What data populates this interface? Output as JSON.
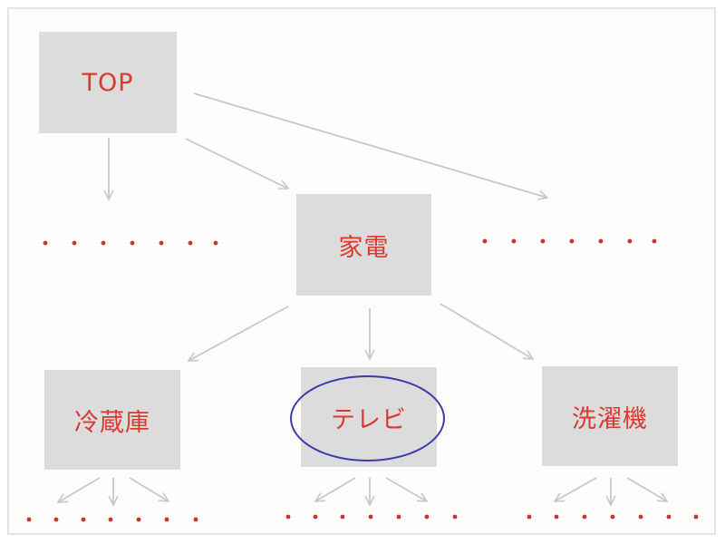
{
  "diagram": {
    "nodes": [
      {
        "id": "top",
        "label": "TOP"
      },
      {
        "id": "kaden",
        "label": "家電"
      },
      {
        "id": "reizouko",
        "label": "冷蔵庫"
      },
      {
        "id": "terebi",
        "label": "テレビ"
      },
      {
        "id": "sentakuki",
        "label": "洗濯機"
      }
    ],
    "highlighted_node": "terebi",
    "colors": {
      "node_fill": "#dcdcdc",
      "label_text": "#d93a2f",
      "arrow": "#c8c8c8",
      "ellipsis_dot": "#c0392b",
      "highlight_ring": "#3a3aa8"
    }
  }
}
